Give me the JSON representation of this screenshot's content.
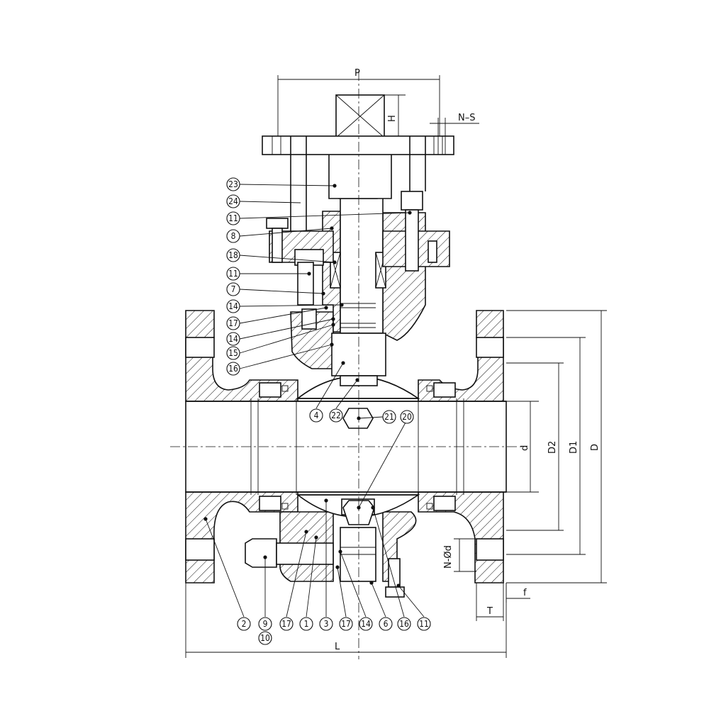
{
  "dimensions": {
    "P": "P",
    "H": "H",
    "NS": "N–S",
    "d": "d",
    "D2": "D2",
    "D1": "D1",
    "D": "D",
    "NOd": "N-Ød",
    "f": "f",
    "T": "T",
    "L": "L"
  },
  "balloons": {
    "b23": "23",
    "b24": "24",
    "b11a": "11",
    "b8": "8",
    "b18": "18",
    "b11b": "11",
    "b7": "7",
    "b14a": "14",
    "b17a": "17",
    "b14b": "14",
    "b15": "15",
    "b16a": "16",
    "b4": "4",
    "b22": "22",
    "b21": "21",
    "b20": "20",
    "b2": "2",
    "b9": "9",
    "b10": "10",
    "b17b": "17",
    "b1": "1",
    "b3": "3",
    "b17c": "17",
    "b14c": "14",
    "b6": "6",
    "b16b": "16",
    "b11c": "11"
  }
}
